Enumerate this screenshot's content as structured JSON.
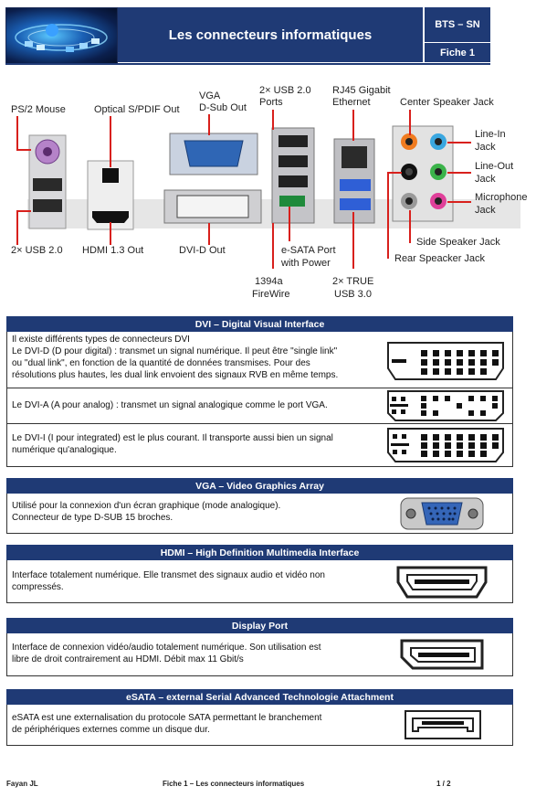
{
  "header": {
    "title": "Les connecteurs informatiques",
    "course": "BTS – SN",
    "sheet": "Fiche 1"
  },
  "panel": {
    "labels": {
      "ps2": "PS/2 Mouse",
      "optical": "Optical S/PDIF Out",
      "vga_1": "VGA",
      "vga_2": "D-Sub Out",
      "usb20_top_1": "2× USB 2.0",
      "usb20_top_2": "Ports",
      "rj45_1": "RJ45 Gigabit",
      "rj45_2": "Ethernet",
      "center": "Center Speaker Jack",
      "linein_1": "Line-In",
      "linein_2": "Jack",
      "lineout_1": "Line-Out",
      "lineout_2": "Jack",
      "mic_1": "Microphone",
      "mic_2": "Jack",
      "side": "Side Speaker Jack",
      "rear": "Rear Speacker Jack",
      "usb20_bottom": "2× USB 2.0",
      "hdmi": "HDMI 1.3 Out",
      "dvi": "DVI-D Out",
      "esata_1": "e-SATA Port",
      "esata_2": "with Power",
      "firewire_1": "1394a",
      "firewire_2": "FireWire",
      "usb30_1": "2× TRUE",
      "usb30_2": "USB 3.0"
    }
  },
  "sections": {
    "dvi": {
      "title": "DVI – Digital Visual Interface",
      "p1_l1": "Il existe différents types de connecteurs DVI",
      "p1_l2": "Le DVI-D (D pour digital) : transmet un signal numérique. Il peut être \"single link\"",
      "p1_l3": "ou \"dual link\", en fonction de la quantité de données transmises. Pour des",
      "p1_l4": "résolutions plus hautes, les dual link envoient des signaux RVB en même temps.",
      "p2_l1": "Le DVI-A (A pour analog) : transmet un signal analogique comme le port VGA.",
      "p3_l1": "Le DVI-I (I pour integrated) est le plus courant. Il transporte aussi bien un signal",
      "p3_l2": "numérique qu'analogique."
    },
    "vga": {
      "title": "VGA – Video Graphics Array",
      "l1": "Utilisé pour la connexion d'un écran graphique (mode analogique).",
      "l2": "Connecteur de type D-SUB 15 broches."
    },
    "hdmi": {
      "title": "HDMI – High Definition Multimedia Interface",
      "l1": "Interface totalement numérique. Elle transmet des signaux audio et vidéo non",
      "l2": "compressés."
    },
    "displayport": {
      "title": "Display Port",
      "l1": "Interface de connexion vidéo/audio totalement numérique. Son utilisation est",
      "l2": "libre de droit contrairement au HDMI. Débit max 11 Gbit/s"
    },
    "esata": {
      "title": "eSATA – external Serial Advanced Technologie Attachment",
      "l1": "eSATA est une externalisation du protocole SATA permettant le branchement",
      "l2": "de périphériques externes comme un disque dur."
    }
  },
  "footer": {
    "author": "Fayan JL",
    "center": "Fiche 1 – Les connecteurs informatiques",
    "page": "1 / 2"
  }
}
